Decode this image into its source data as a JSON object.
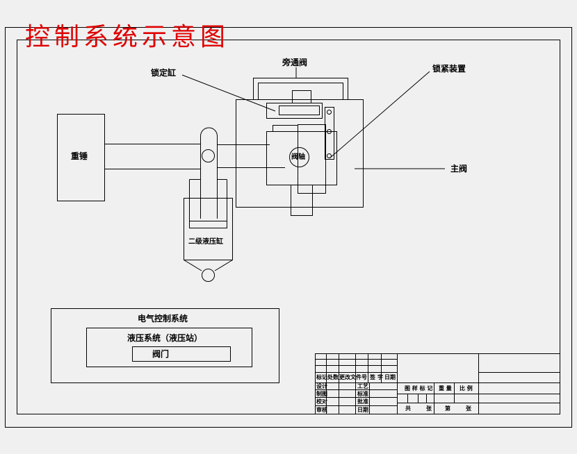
{
  "title": "控制系统示意图",
  "labels": {
    "bypass_valve": "旁通阀",
    "lock_cylinder": "锁定缸",
    "lock_device": "锁紧装置",
    "counterweight": "重锤",
    "valve_shaft": "阀轴",
    "main_valve": "主阀",
    "two_stage_cylinder": "二级液压缸"
  },
  "system_boxes": {
    "electric": "电气控制系统",
    "hydraulic": "液压系统（液压站）",
    "valve": "阀门"
  },
  "title_block": {
    "revision_headers": [
      "标记",
      "处数",
      "更改文件号",
      "签",
      "字",
      "日期"
    ],
    "rows_left": [
      "设计",
      "制图",
      "校对",
      "审核"
    ],
    "rows_mid": [
      "工艺",
      "标准",
      "批准",
      "日期"
    ],
    "right_headers": [
      "图 样 标 记",
      "重 量",
      "比 例"
    ],
    "sheet_total": "共　　张",
    "sheet_num": "第　　张"
  }
}
